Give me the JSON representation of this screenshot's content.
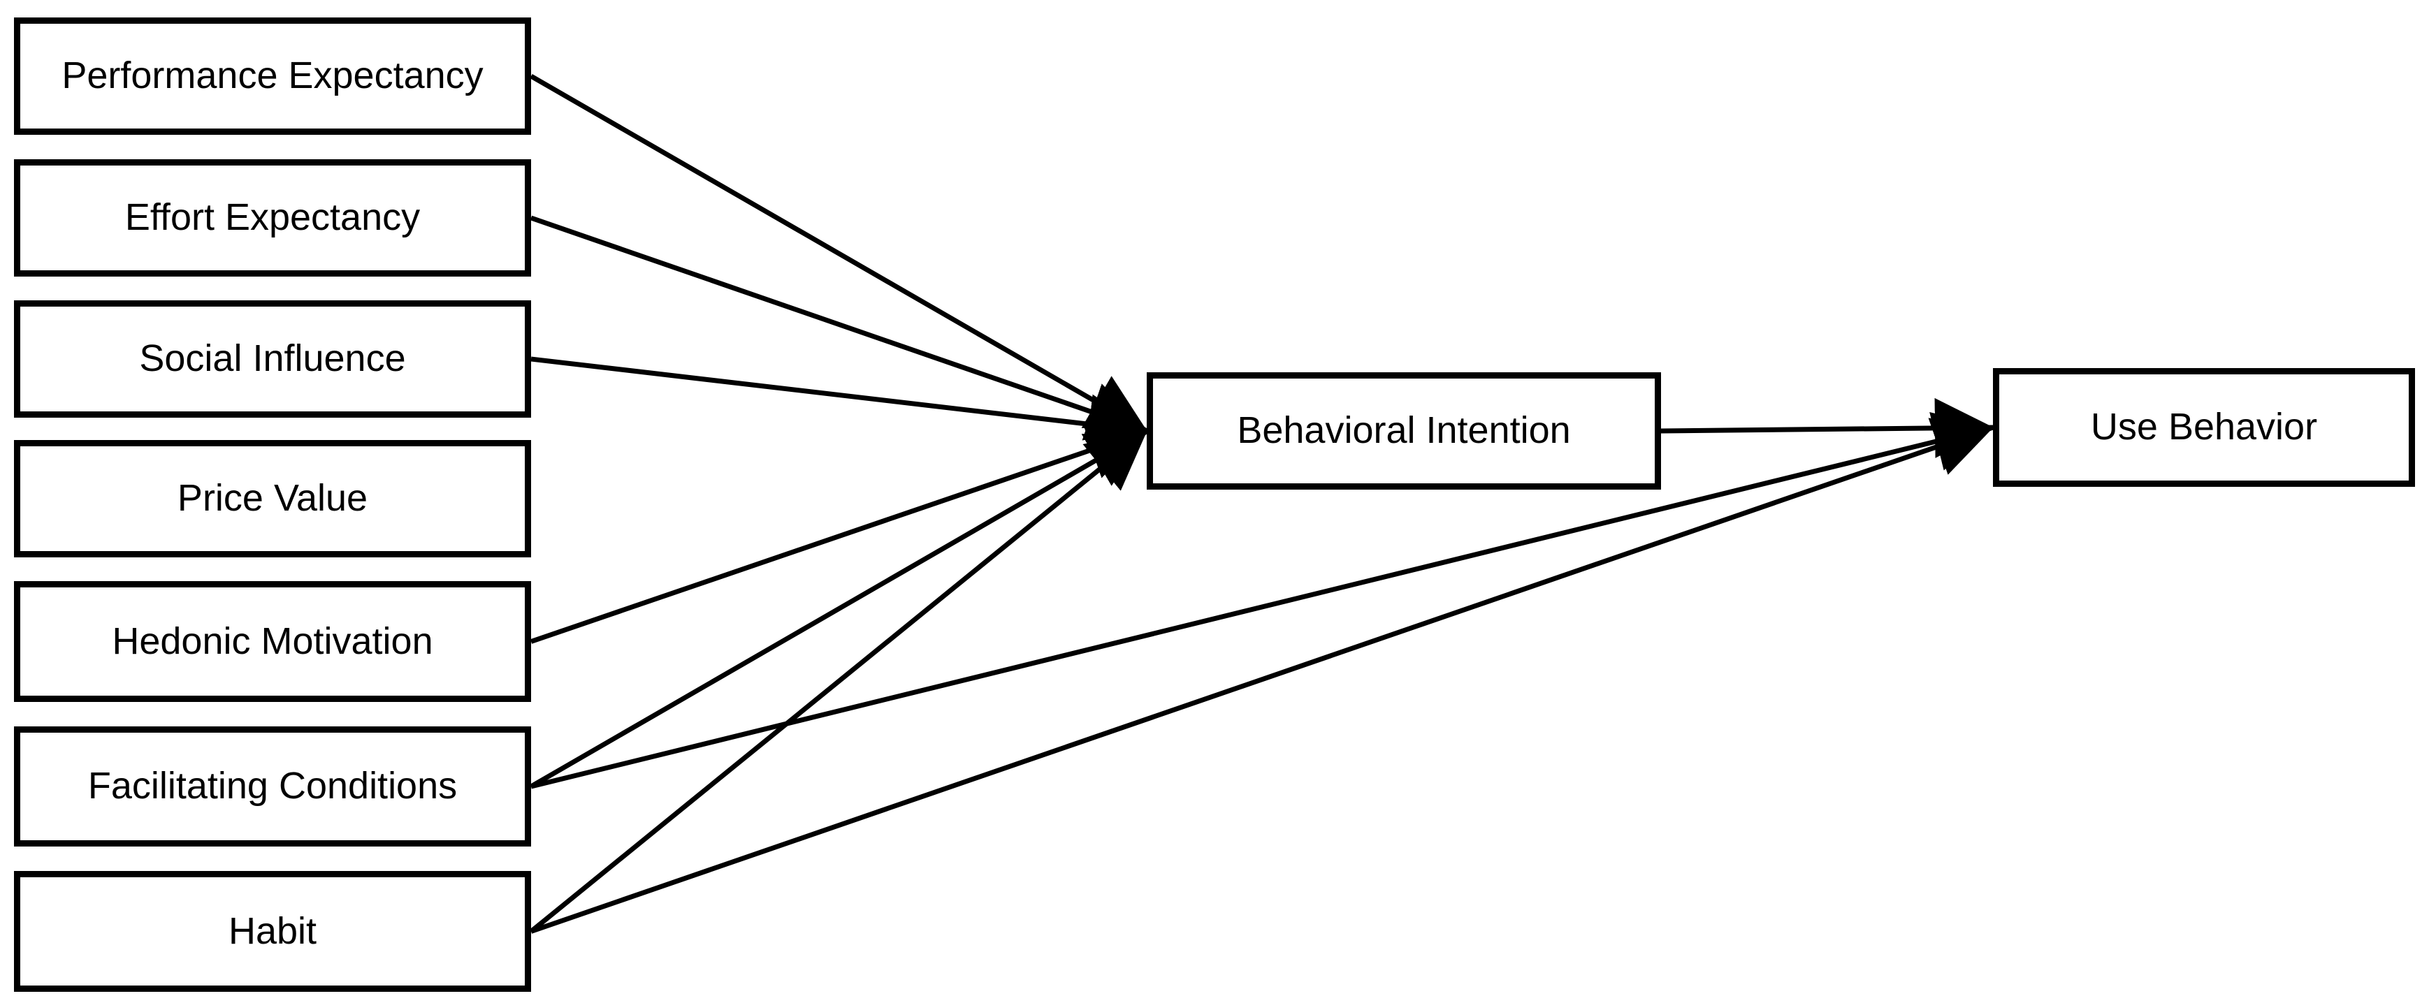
{
  "diagram": {
    "title": "",
    "background_color": "#ffffff",
    "stroke_color": "#000000",
    "line_width": 7,
    "nodes": [
      {
        "id": "performance-expectancy",
        "label": "Performance Expectancy"
      },
      {
        "id": "effort-expectancy",
        "label": "Effort Expectancy"
      },
      {
        "id": "social-influence",
        "label": "Social Influence"
      },
      {
        "id": "price-value",
        "label": "Price Value"
      },
      {
        "id": "hedonic-motivation",
        "label": "Hedonic Motivation"
      },
      {
        "id": "facilitating-conditions",
        "label": "Facilitating Conditions"
      },
      {
        "id": "habit",
        "label": "Habit"
      },
      {
        "id": "behavioral-intention",
        "label": "Behavioral Intention"
      },
      {
        "id": "use-behavior",
        "label": "Use Behavior"
      }
    ],
    "edges": [
      {
        "from": "performance-expectancy",
        "to": "behavioral-intention"
      },
      {
        "from": "effort-expectancy",
        "to": "behavioral-intention"
      },
      {
        "from": "social-influence",
        "to": "behavioral-intention"
      },
      {
        "from": "hedonic-motivation",
        "to": "behavioral-intention"
      },
      {
        "from": "facilitating-conditions",
        "to": "behavioral-intention"
      },
      {
        "from": "habit",
        "to": "behavioral-intention"
      },
      {
        "from": "behavioral-intention",
        "to": "use-behavior"
      },
      {
        "from": "facilitating-conditions",
        "to": "use-behavior"
      },
      {
        "from": "habit",
        "to": "use-behavior"
      }
    ]
  }
}
